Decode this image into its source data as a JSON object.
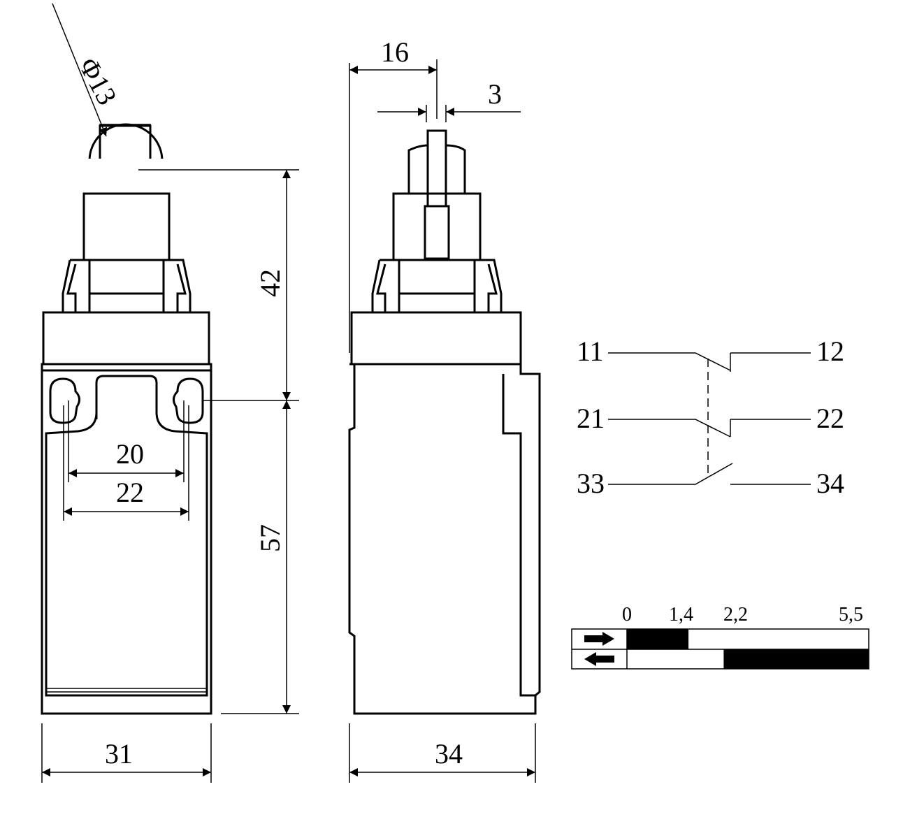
{
  "front_view": {
    "roller_diameter": "Φ13",
    "height_upper": "42",
    "height_lower": "57",
    "hole_spacing_inner": "20",
    "hole_spacing_outer": "22",
    "width": "31"
  },
  "side_view": {
    "offset": "16",
    "lever_width": "3",
    "depth": "34"
  },
  "circuit": {
    "terminals": [
      "11",
      "12",
      "21",
      "22",
      "33",
      "34"
    ]
  },
  "travel_diagram": {
    "scale_labels": [
      "0",
      "1,4",
      "2,2",
      "5,5"
    ],
    "forward_closed_range": [
      0,
      1.4
    ],
    "return_closed_range": [
      2.2,
      5.5
    ],
    "max_travel": 5.5
  }
}
